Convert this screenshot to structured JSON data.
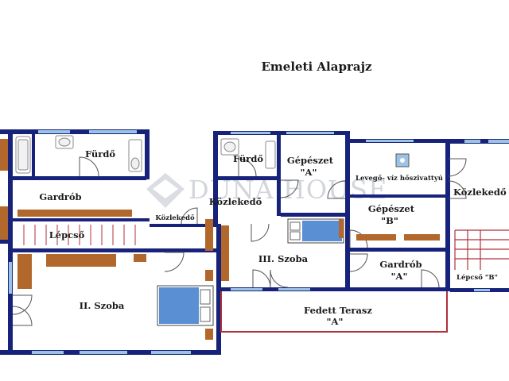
{
  "title": "Emeleti Alaprajz",
  "watermark": "DUNA HOUSE",
  "rooms": {
    "furdo_left": "Fürdő",
    "furdo_mid": "Fürdő",
    "gardrob": "Gardrób",
    "lepcso": "Lépcső",
    "kozlekedo_small": "Közlekedő",
    "kozlekedo_mid": "Közlekedő",
    "kozlekedo_right": "Közlekedő",
    "gepeszet_a_line1": "Gépészet",
    "gepeszet_a_line2": "\"A\"",
    "levego_viz": "Levegő- víz hőszivattyú",
    "gepeszet_b_line1": "Gépészet",
    "gepeszet_b_line2": "\"B\"",
    "iii_szoba": "III. Szoba",
    "gardrob_a_line1": "Gardrób",
    "gardrob_a_line2": "\"A\"",
    "lepcso_b": "Lépcső \"B\"",
    "ii_szoba": "II. Szoba",
    "fedett_terasz_line1": "Fedett Terasz",
    "fedett_terasz_line2": "\"A\""
  },
  "colors": {
    "wall": "#17237a",
    "window": "#9cc3e6",
    "furniture": "#b2682c",
    "bed_blue": "#5a8fd3",
    "terrace_line": "#b0303a",
    "door": "#555555"
  }
}
